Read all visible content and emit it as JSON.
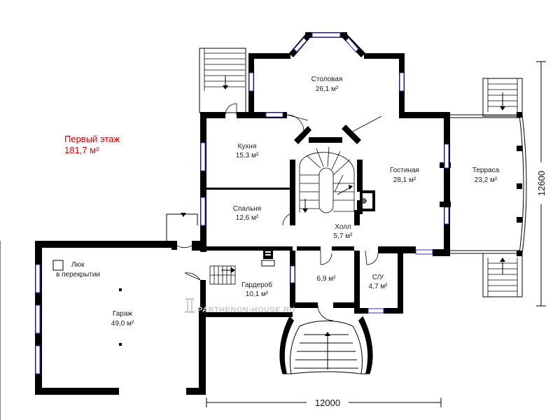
{
  "floor": {
    "title": "Первый этаж",
    "total_area": "181,7 м²"
  },
  "rooms": [
    {
      "id": "dining",
      "name": "Столовая",
      "area": "26,1 м²"
    },
    {
      "id": "kitchen",
      "name": "Кухня",
      "area": "15,3 м²"
    },
    {
      "id": "living",
      "name": "Гостиная",
      "area": "28,1 м²"
    },
    {
      "id": "terrace",
      "name": "Терраса",
      "area": "23,2 м²"
    },
    {
      "id": "bedroom",
      "name": "Спальня",
      "area": "12,6 м²"
    },
    {
      "id": "hall",
      "name": "Холл",
      "area": "5,7 м²"
    },
    {
      "id": "storage",
      "name": "",
      "area": "6,9 м²"
    },
    {
      "id": "bath",
      "name": "С/У",
      "area": "4,7 м²"
    },
    {
      "id": "wardrobe",
      "name": "Гардероб",
      "area": "10,1 м²"
    },
    {
      "id": "garage",
      "name": "Гараж",
      "area": "49,0 м²"
    }
  ],
  "hatch": {
    "line1": "Люк",
    "line2": "в перекрытии"
  },
  "dimensions": {
    "width": "12000",
    "depth": "12600"
  },
  "watermark": "PARTHENON-HOUSE.RU",
  "colors": {
    "wall": "#000000",
    "window": "#2b2bd6",
    "title": "#e00000"
  }
}
